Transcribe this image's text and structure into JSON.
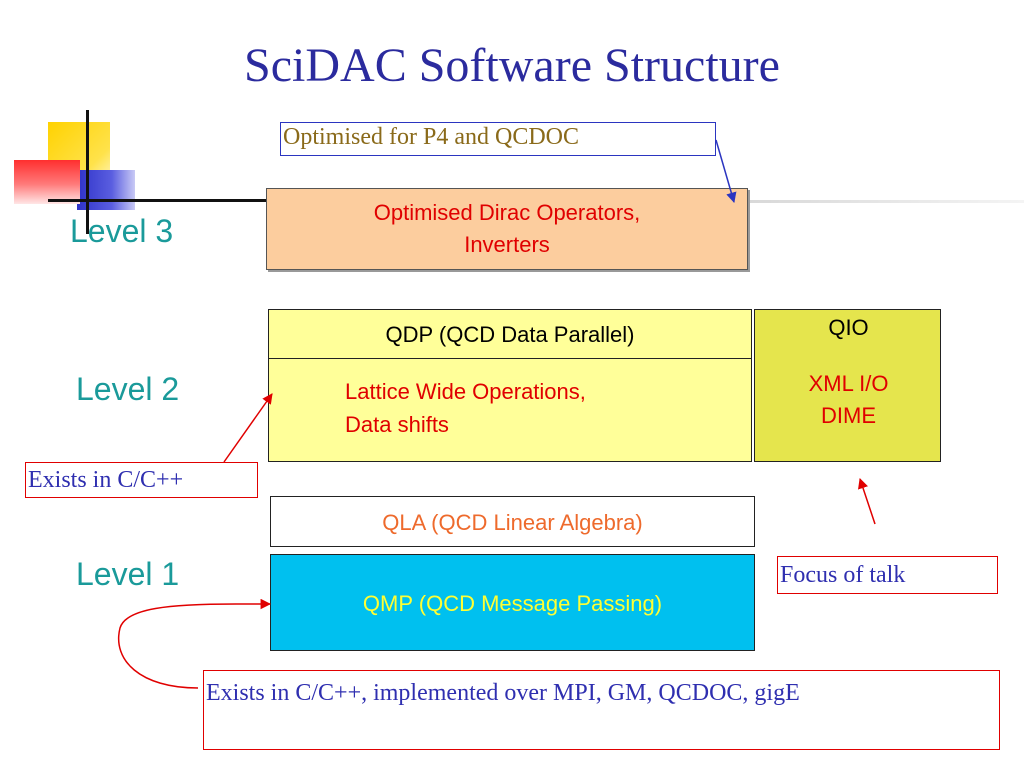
{
  "slide": {
    "title": "SciDAC Software Structure"
  },
  "levels": {
    "level3": "Level 3",
    "level2": "Level 2",
    "level1": "Level 1"
  },
  "boxes": {
    "dirac": [
      "Optimised Dirac Operators,",
      "Inverters"
    ],
    "qdp_header": "QDP (QCD Data Parallel)",
    "qdp_body": [
      "Lattice Wide Operations,",
      "Data shifts"
    ],
    "qio_title": "QIO",
    "qio_lines": [
      "XML I/O",
      "DIME"
    ],
    "qla": "QLA (QCD Linear Algebra)",
    "qmp": "QMP (QCD Message Passing)"
  },
  "notes": {
    "p4": "Optimised for P4 and QCDOC",
    "exists_c": "Exists in C/C++",
    "focus": "Focus of talk",
    "mpi": "Exists in C/C++, implemented over MPI, GM, QCDOC, gigE"
  },
  "colors": {
    "title": "#2b2b9e",
    "level_text": "#1a9a9a",
    "dirac_fill": "#fccd9e",
    "qdp_fill": "#ffff99",
    "qio_fill": "#e5e54d",
    "qmp_fill": "#00c0ef",
    "note_border": "#e00000",
    "p4_note_border": "#2b35c0",
    "arrow_red": "#e00000",
    "arrow_blue": "#2b35c0"
  }
}
